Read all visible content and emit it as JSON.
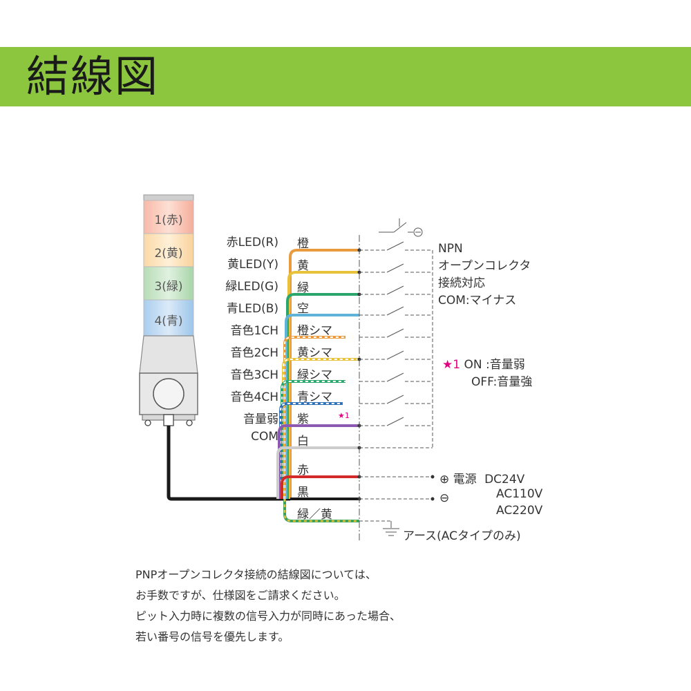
{
  "header": {
    "title": "結線図"
  },
  "lamp": {
    "tiers": [
      "1(赤)",
      "2(黄)",
      "3(緑)",
      "4(青)"
    ]
  },
  "signals": [
    "赤LED(R)",
    "黄LED(Y)",
    "緑LED(G)",
    "青LED(B)",
    "音色1CH",
    "音色2CH",
    "音色3CH",
    "音色4CH",
    "音量弱",
    "COM"
  ],
  "wires": [
    "橙",
    "黄",
    "緑",
    "空",
    "橙シマ",
    "黄シマ",
    "緑シマ",
    "青シマ",
    "紫",
    "白",
    "赤",
    "黒",
    "緑／黄"
  ],
  "star_mark": "★1",
  "npn_note": [
    "NPN",
    "オープンコレクタ",
    "接続対応",
    "COM:マイナス"
  ],
  "volume_note": {
    "star": "★1",
    "on": "ON :音量弱",
    "off": "OFF:音量強"
  },
  "power": {
    "plus_symbol": "⊕",
    "label": "電源",
    "minus_symbol": "⊖",
    "voltages": [
      "DC24V",
      "AC110V",
      "AC220V"
    ]
  },
  "earth_label": "アース(ACタイプのみ)",
  "footer": [
    "PNPオープンコレクタ接続の結線図については、",
    "お手数ですが、仕様図をご請求ください。",
    "ピット入力時に複数の信号入力が同時にあった場合、",
    "若い番号の信号を優先します。"
  ],
  "colors": {
    "header": "#8cc63f",
    "orange": "#e89a3c",
    "yellow": "#e8c23a",
    "green": "#2aa56b",
    "sky": "#5fb2d8",
    "blue": "#2f6fb7",
    "purple": "#8b5ab0",
    "white_wire": "#cccccc",
    "red": "#d22a2a",
    "black": "#1a1a1a",
    "earth_green": "#3aa35a",
    "earth_yellow": "#e8c23a"
  }
}
